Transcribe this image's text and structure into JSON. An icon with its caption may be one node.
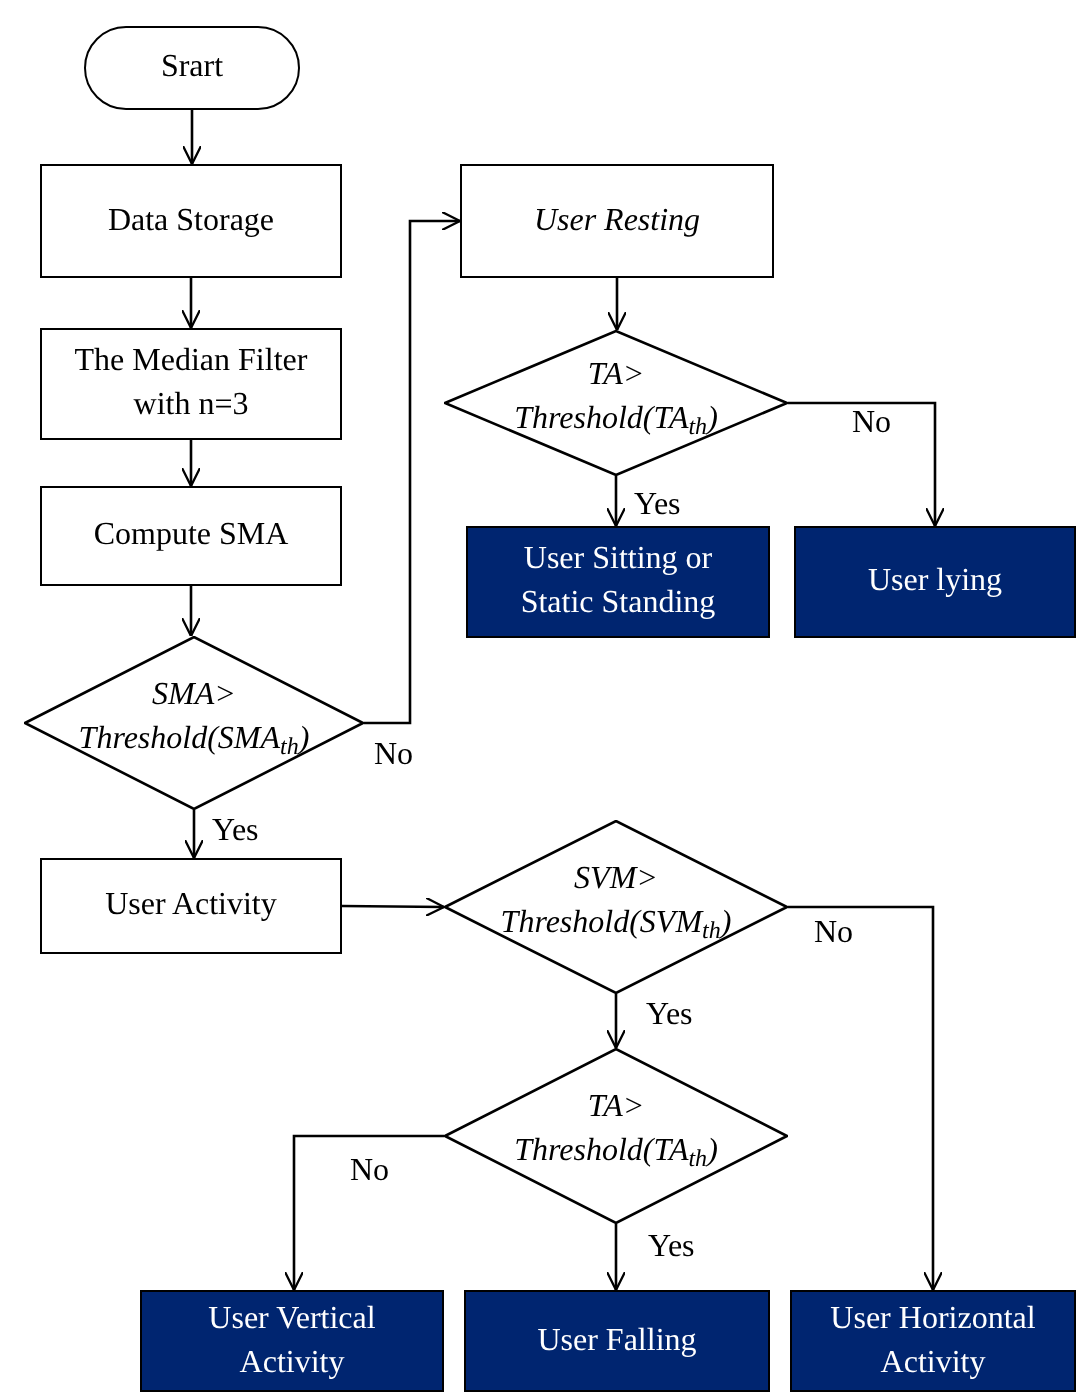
{
  "diagram": {
    "nodes": [
      {
        "text": [
          "Srart"
        ]
      },
      {
        "text": [
          "Data Storage"
        ]
      },
      {
        "text": [
          "The Median Filter with n=3"
        ]
      },
      {
        "text": [
          "Compute SMA"
        ]
      },
      {
        "text": [
          "SMA> Threshold(SMA$_{th}$)"
        ]
      },
      {
        "text": [
          "User Resting"
        ]
      },
      {
        "text": [
          "TA> Threshold(TA$_{th}$)"
        ]
      },
      {
        "text": [
          "User Sitting or Static Standing"
        ]
      },
      {
        "text": [
          "User lying"
        ]
      },
      {
        "text": [
          "User Activity"
        ]
      },
      {
        "text": [
          "SVM> Threshold(SVM$_{th}$)"
        ]
      },
      {
        "text": [
          "TA> Threshold(TA$_{th}$)"
        ]
      },
      {
        "text": [
          "User Vertical Activity"
        ]
      },
      {
        "text": [
          "User Falling"
        ]
      },
      {
        "text": [
          "User Horizontal Activity"
        ]
      }
    ],
    "edges": [
      {
        "from": 0,
        "to": 1,
        "arrow": "to"
      },
      {
        "from": 1,
        "to": 2,
        "arrow": "to"
      },
      {
        "from": 2,
        "to": 3,
        "arrow": "to"
      },
      {
        "from": 3,
        "to": 4,
        "arrow": "to"
      },
      {
        "from": 4,
        "to": 5,
        "arrow": "to",
        "label": "No"
      },
      {
        "from": 5,
        "to": 6,
        "arrow": "to"
      },
      {
        "from": 6,
        "to": 7,
        "arrow": "to",
        "label": "Yes"
      },
      {
        "from": 6,
        "to": 8,
        "arrow": "to",
        "label": "No"
      },
      {
        "from": 4,
        "to": 9,
        "arrow": "to",
        "label": "Yes"
      },
      {
        "from": 9,
        "to": 10,
        "arrow": "to"
      },
      {
        "from": 10,
        "to": 11,
        "arrow": "to",
        "label": "Yes"
      },
      {
        "from": 10,
        "to": 14,
        "arrow": "to",
        "label": "No"
      },
      {
        "from": 11,
        "to": 12,
        "arrow": "to",
        "label": "No"
      },
      {
        "from": 11,
        "to": 13,
        "arrow": "to",
        "label": "Yes"
      }
    ]
  }
}
